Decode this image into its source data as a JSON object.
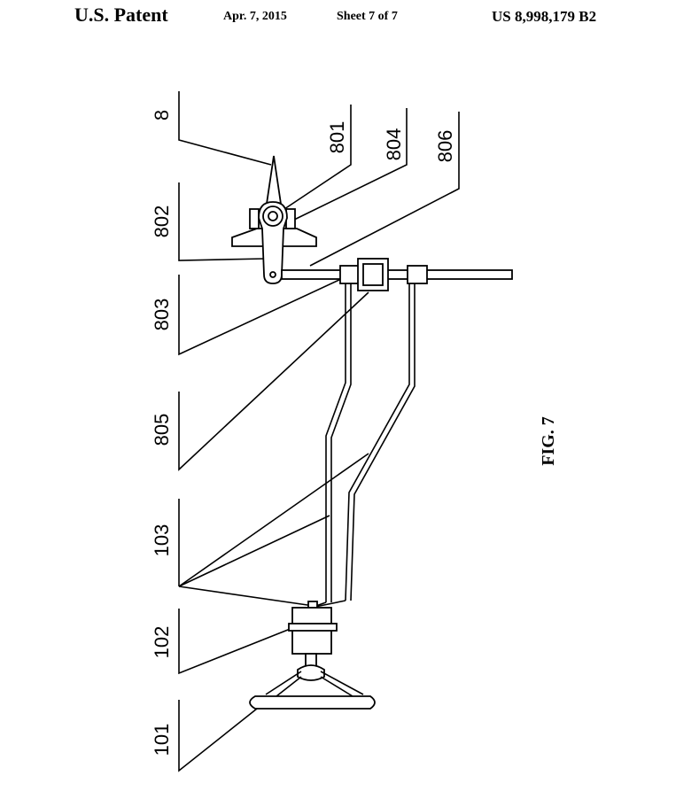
{
  "header": {
    "patent": "U.S. Patent",
    "date": "Apr. 7, 2015",
    "sheet": "Sheet 7 of 7",
    "number": "US 8,998,179 B2"
  },
  "figure": {
    "label": "FIG. 7",
    "references": [
      "8",
      "801",
      "804",
      "806",
      "802",
      "803",
      "805",
      "103",
      "102",
      "101"
    ]
  }
}
